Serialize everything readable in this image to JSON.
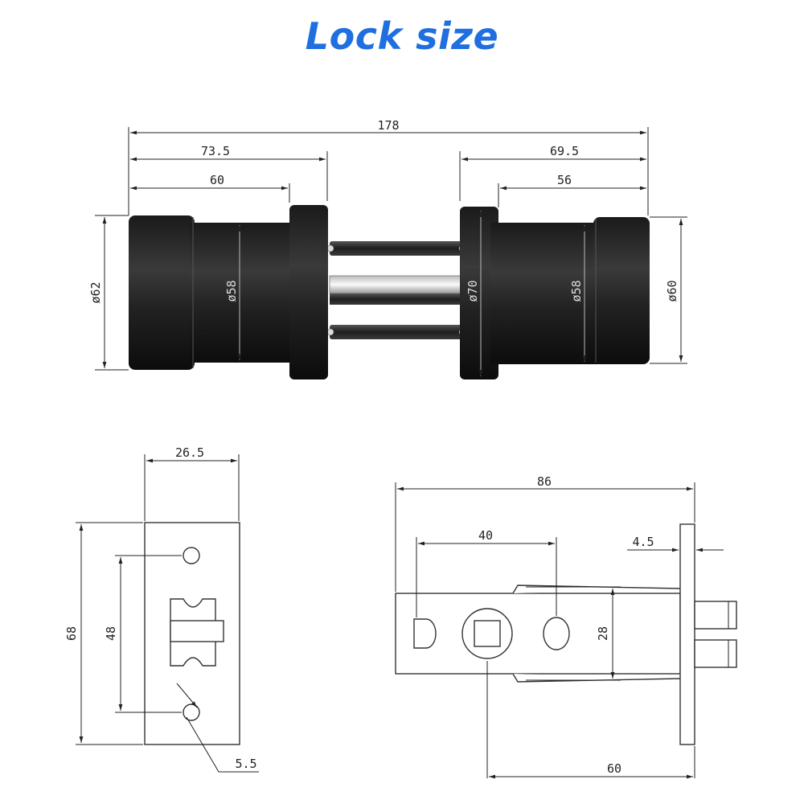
{
  "title": "Lock size",
  "colors": {
    "title": "#1f6fe0",
    "lock_body": "#161616",
    "rod": "#2a2a2a"
  },
  "lock_assembly": {
    "overall_length": "178",
    "outer_handle_length": "73.5",
    "outer_knob_length": "60",
    "inner_handle_length": "69.5",
    "inner_knob_length": "56",
    "outer_knob_diameter": "ø62",
    "outer_body_diameter": "ø58",
    "rose_diameter": "ø70",
    "inner_body_diameter": "ø58",
    "inner_knob_diameter": "ø60"
  },
  "faceplate": {
    "width": "26.5",
    "height": "68",
    "hole_spacing": "48",
    "hole_diameter": "5.5"
  },
  "latch": {
    "total_length": "86",
    "hole_distance": "40",
    "plate_thickness": "4.5",
    "body_height": "28",
    "backset": "60"
  }
}
